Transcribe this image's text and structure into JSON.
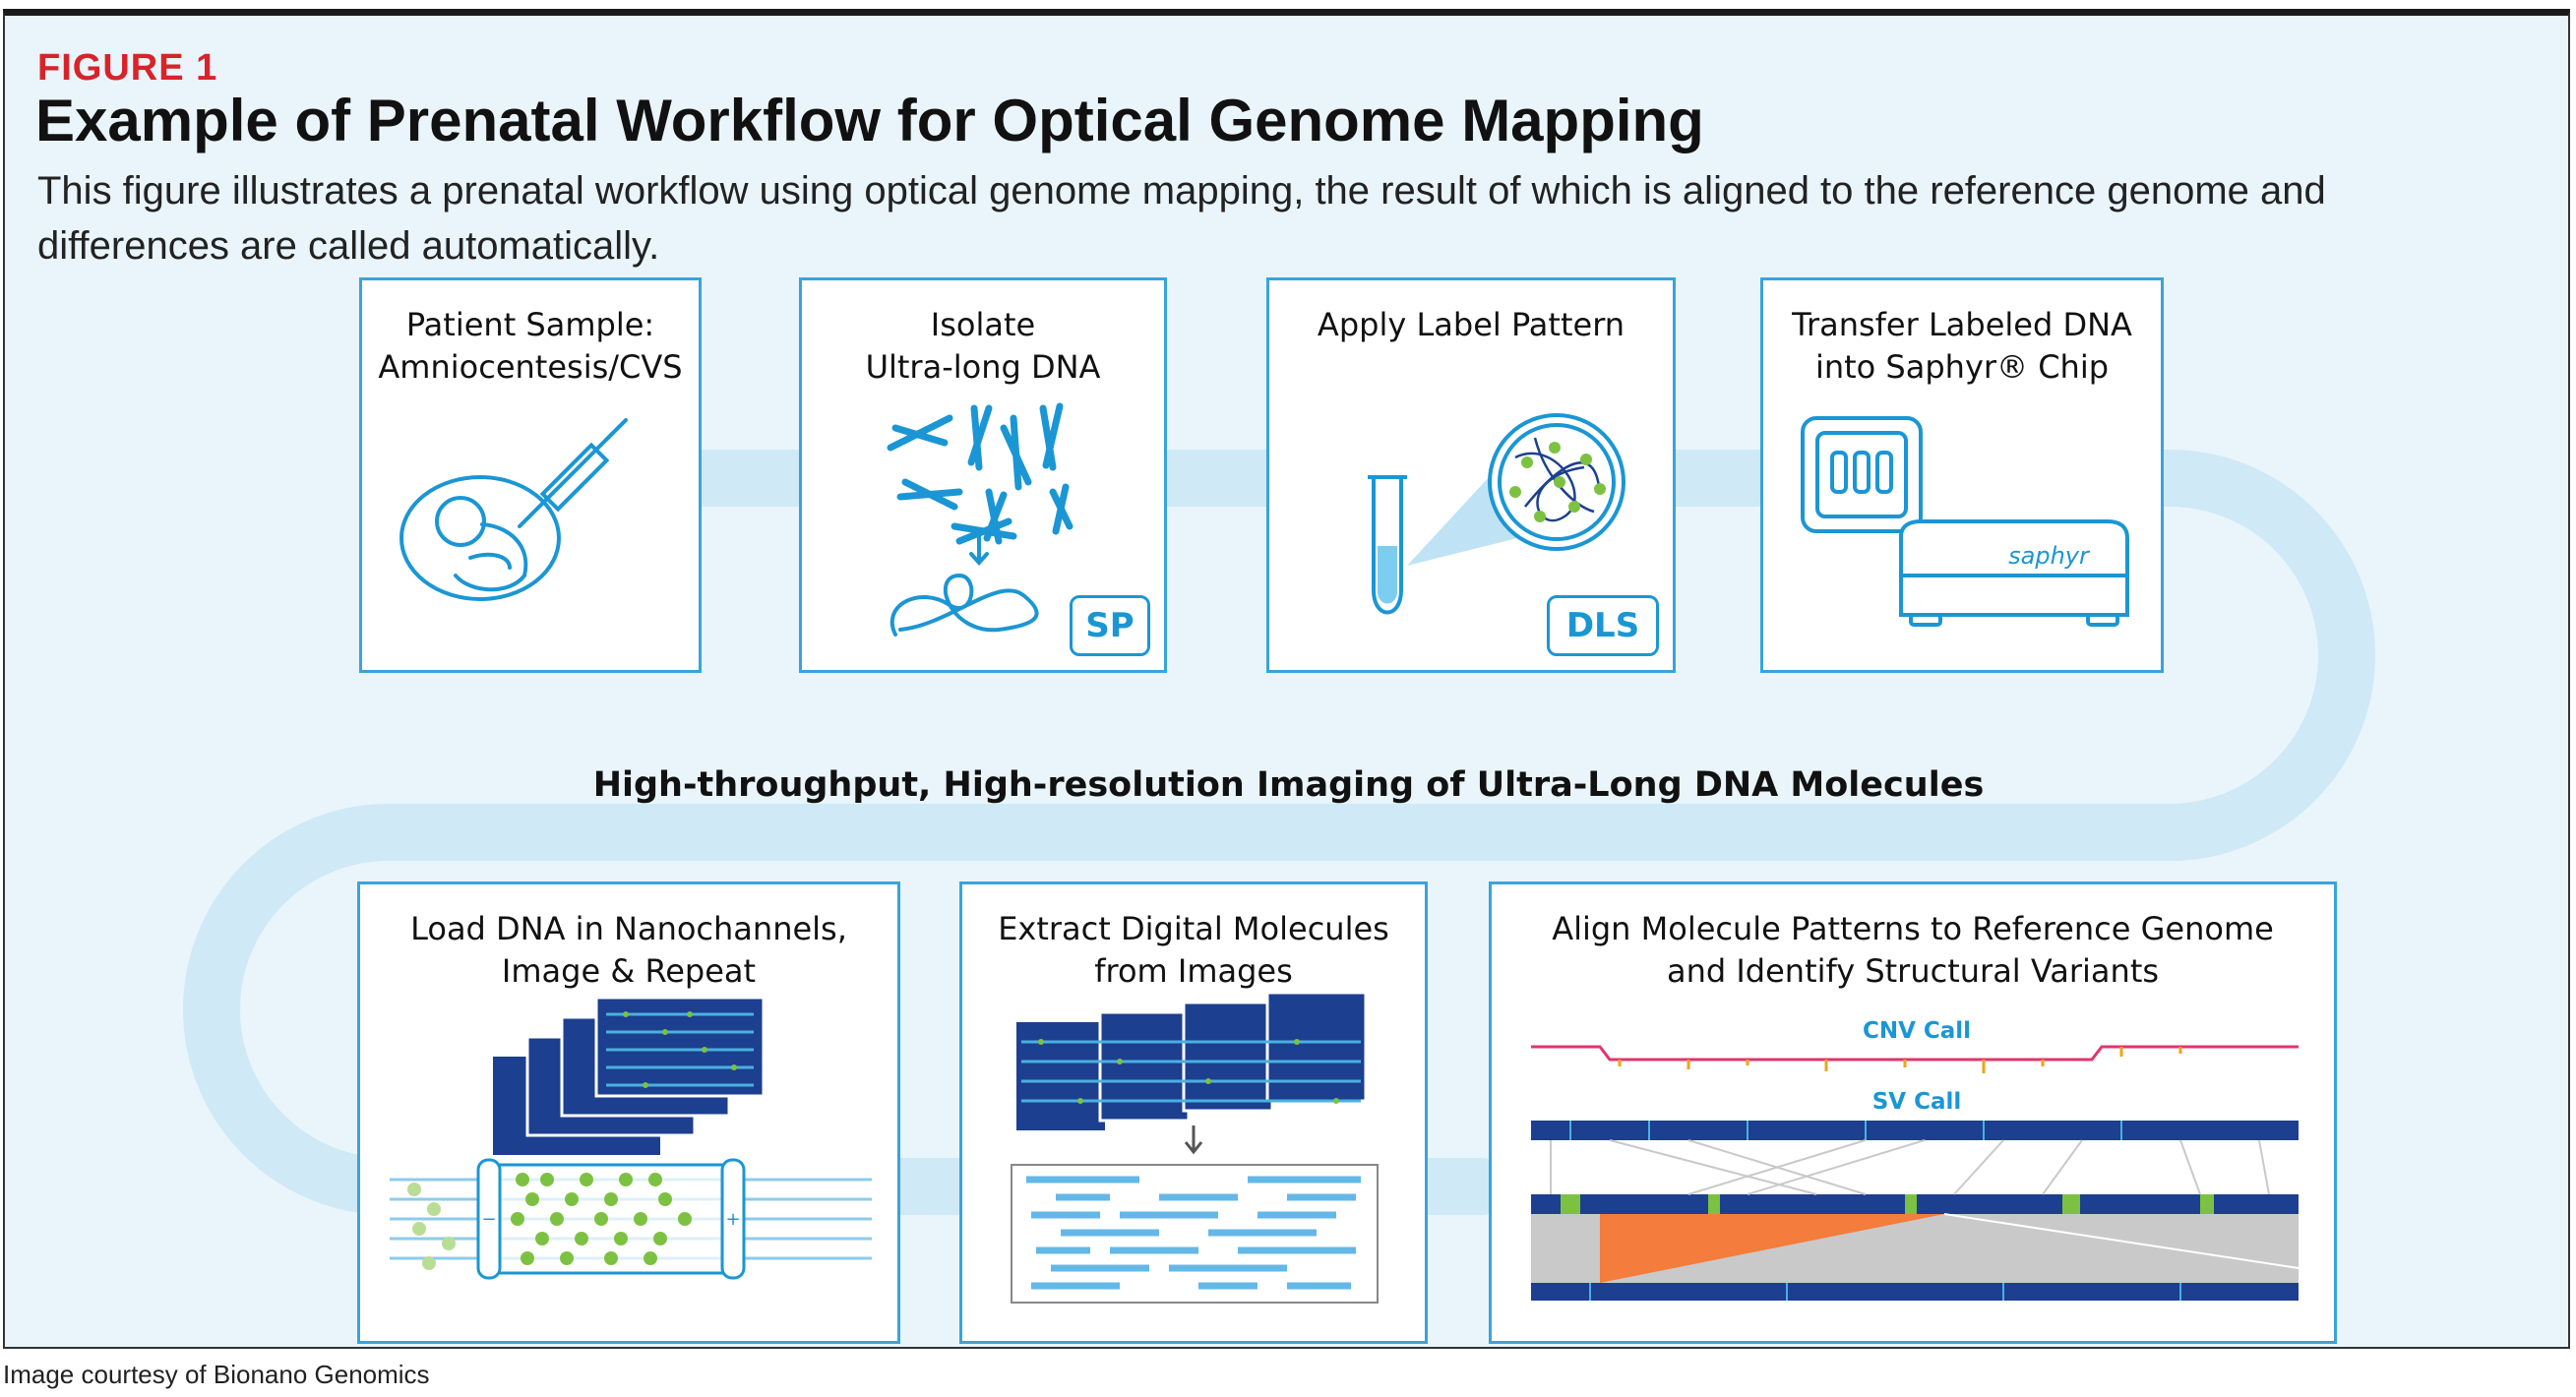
{
  "header": {
    "figure_label": "FIGURE 1",
    "title": "Example of Prenatal Workflow for Optical Genome Mapping",
    "subtitle": "This figure illustrates a prenatal workflow using optical genome mapping, the result of which is aligned to the reference genome and differences are called automatically."
  },
  "steps_top": [
    {
      "title": "Patient Sample:\nAmniocentesis/CVS",
      "icon": "fetus-syringe-icon"
    },
    {
      "title": "Isolate\nUltra-long DNA",
      "icon": "chromosomes-icon",
      "badge": "SP"
    },
    {
      "title": "Apply Label Pattern",
      "icon": "test-tube-icon",
      "badge": "DLS"
    },
    {
      "title": "Transfer Labeled DNA\ninto Saphyr® Chip",
      "icon": "saphyr-instrument-icon",
      "device_label": "saphyr"
    }
  ],
  "banner": "High-throughput, High-resolution Imaging of Ultra-Long DNA Molecules",
  "steps_bottom": [
    {
      "title": "Load DNA in Nanochannels,\nImage & Repeat",
      "icon": "nanochannel-icon"
    },
    {
      "title": "Extract Digital Molecules\nfrom Images",
      "icon": "digital-molecules-icon"
    },
    {
      "title": "Align Molecule Patterns to Reference Genome\nand Identify Structural Variants",
      "icon": "alignment-icon",
      "cnv_label": "CNV Call",
      "sv_label": "SV Call"
    }
  ],
  "credit": "Image courtesy of Bionano Genomics",
  "colors": {
    "accent_blue": "#1b96d4",
    "box_border": "#3aa3dc",
    "path_blue": "#cfe9f6",
    "figure_red": "#d8232a",
    "sv_orange": "#f47c3c",
    "label_green": "#7dc142",
    "molecule_navy": "#1c3f8f"
  }
}
